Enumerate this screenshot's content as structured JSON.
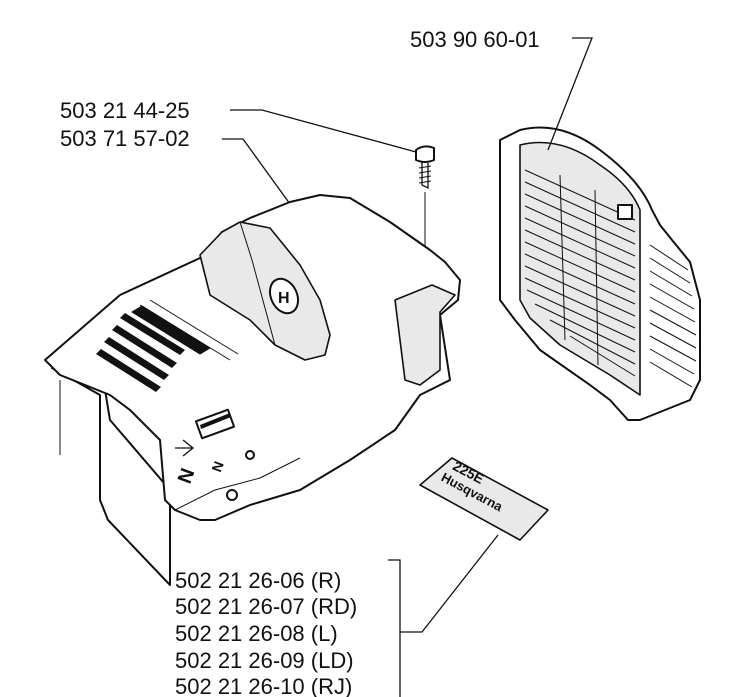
{
  "labels": {
    "grille": "503 90 60-01",
    "screw": "503 21 44-25",
    "cover": "503 71 57-02",
    "decal_options": [
      "502 21 26-06 (R)",
      "502 21 26-07 (RD)",
      "502 21 26-08 (L)",
      "502 21 26-09 (LD)",
      "502 21 26-10 (RJ)"
    ]
  },
  "decal": {
    "model": "225E",
    "brand": "Husqvarna"
  },
  "cover_logo_letter": "H",
  "choke_marks": [
    "N",
    "N"
  ]
}
